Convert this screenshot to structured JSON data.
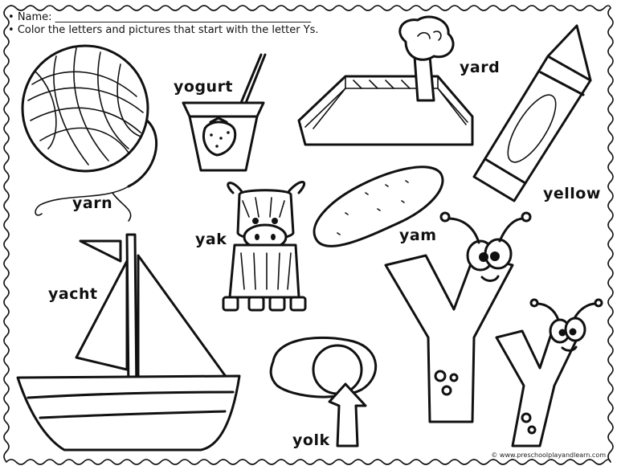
{
  "worksheet": {
    "name_label": "Name: _________________________________________________",
    "instruction": "Color the letters and pictures that start with the letter Ys.",
    "copyright": "© www.preschoolplayandlearn.com"
  },
  "pictures": [
    {
      "key": "yarn",
      "label": "yarn"
    },
    {
      "key": "yogurt",
      "label": "yogurt"
    },
    {
      "key": "yard",
      "label": "yard"
    },
    {
      "key": "yellow",
      "label": "yellow"
    },
    {
      "key": "yak",
      "label": "yak"
    },
    {
      "key": "yam",
      "label": "yam"
    },
    {
      "key": "yacht",
      "label": "yacht"
    },
    {
      "key": "yolk",
      "label": "yolk"
    }
  ]
}
